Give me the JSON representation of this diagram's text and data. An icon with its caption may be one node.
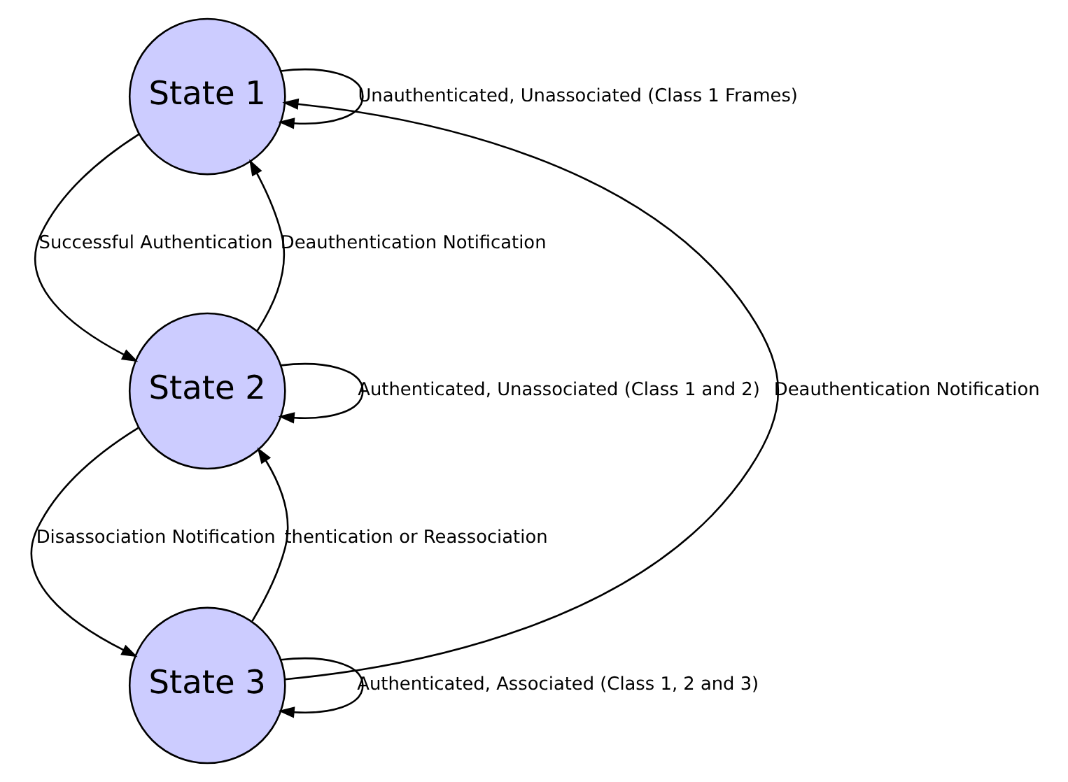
{
  "diagram": {
    "nodes": [
      {
        "text": [
          "State 1"
        ]
      },
      {
        "text": [
          "State 2"
        ]
      },
      {
        "text": [
          "State 3"
        ]
      }
    ],
    "edges": [
      {
        "from": 0,
        "to": 0,
        "arrow": "to",
        "label": "Unauthenticated, Unassociated (Class 1 Frames)"
      },
      {
        "from": 0,
        "to": 1,
        "arrow": "to",
        "label": "Successful Authentication"
      },
      {
        "from": 1,
        "to": 0,
        "arrow": "to",
        "label": "Deauthentication Notification"
      },
      {
        "from": 1,
        "to": 1,
        "arrow": "to",
        "label": "Authenticated, Unassociated (Class 1 and 2)"
      },
      {
        "from": 1,
        "to": 2,
        "arrow": "to",
        "label": "Disassociation Notification"
      },
      {
        "from": 2,
        "to": 1,
        "arrow": "to",
        "label": "thentication or Reassociation"
      },
      {
        "from": 2,
        "to": 2,
        "arrow": "to",
        "label": "Authenticated, Associated (Class 1, 2 and 3)"
      },
      {
        "from": 2,
        "to": 0,
        "arrow": "to",
        "label": "Deauthentication Notification"
      }
    ]
  }
}
